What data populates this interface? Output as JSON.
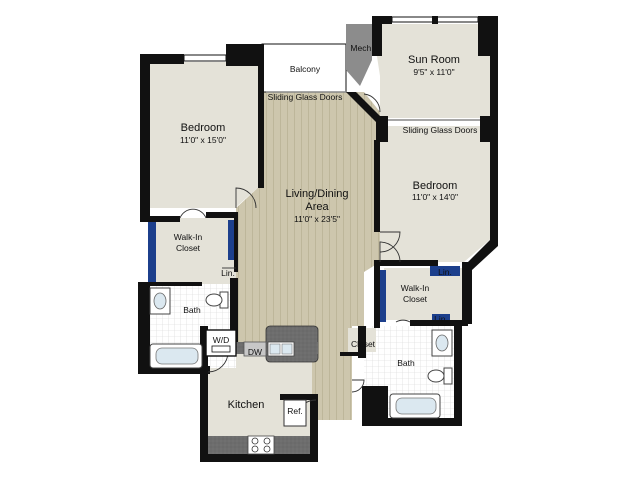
{
  "rooms": {
    "bedroom1": {
      "name": "Bedroom",
      "dim": "11'0\" x 15'0\""
    },
    "bedroom2": {
      "name": "Bedroom",
      "dim": "11'0\" x 14'0\""
    },
    "living": {
      "name1": "Living/Dining",
      "name2": "Area",
      "dim": "11'0\" x 23'5\""
    },
    "sunroom": {
      "name": "Sun Room",
      "dim": "9'5\" x 11'0\""
    },
    "kitchen": {
      "name": "Kitchen"
    }
  },
  "labels": {
    "balcony": "Balcony",
    "mech": "Mech.",
    "sliding_doors_1": "Sliding Glass Doors",
    "sliding_doors_2": "Sliding Glass Doors",
    "walkin_1_a": "Walk-In",
    "walkin_1_b": "Closet",
    "walkin_2_a": "Walk-In",
    "walkin_2_b": "Closet",
    "lin_1": "Lin.",
    "lin_2": "Lin.",
    "lin_3": "Lin.",
    "bath_1": "Bath",
    "bath_2": "Bath",
    "closet": "Closet",
    "wd": "W/D",
    "dw": "DW",
    "ref": "Ref."
  },
  "colors": {
    "wall": "#111111",
    "room_floor": "#e4e2d8",
    "wood_floor": "#cdc6ad",
    "closet_blue": "#1c3f8c",
    "tile": "#ffffff",
    "counter": "#6d6d6d",
    "balcony": "#ffffff",
    "mech": "#8c8c8c"
  }
}
